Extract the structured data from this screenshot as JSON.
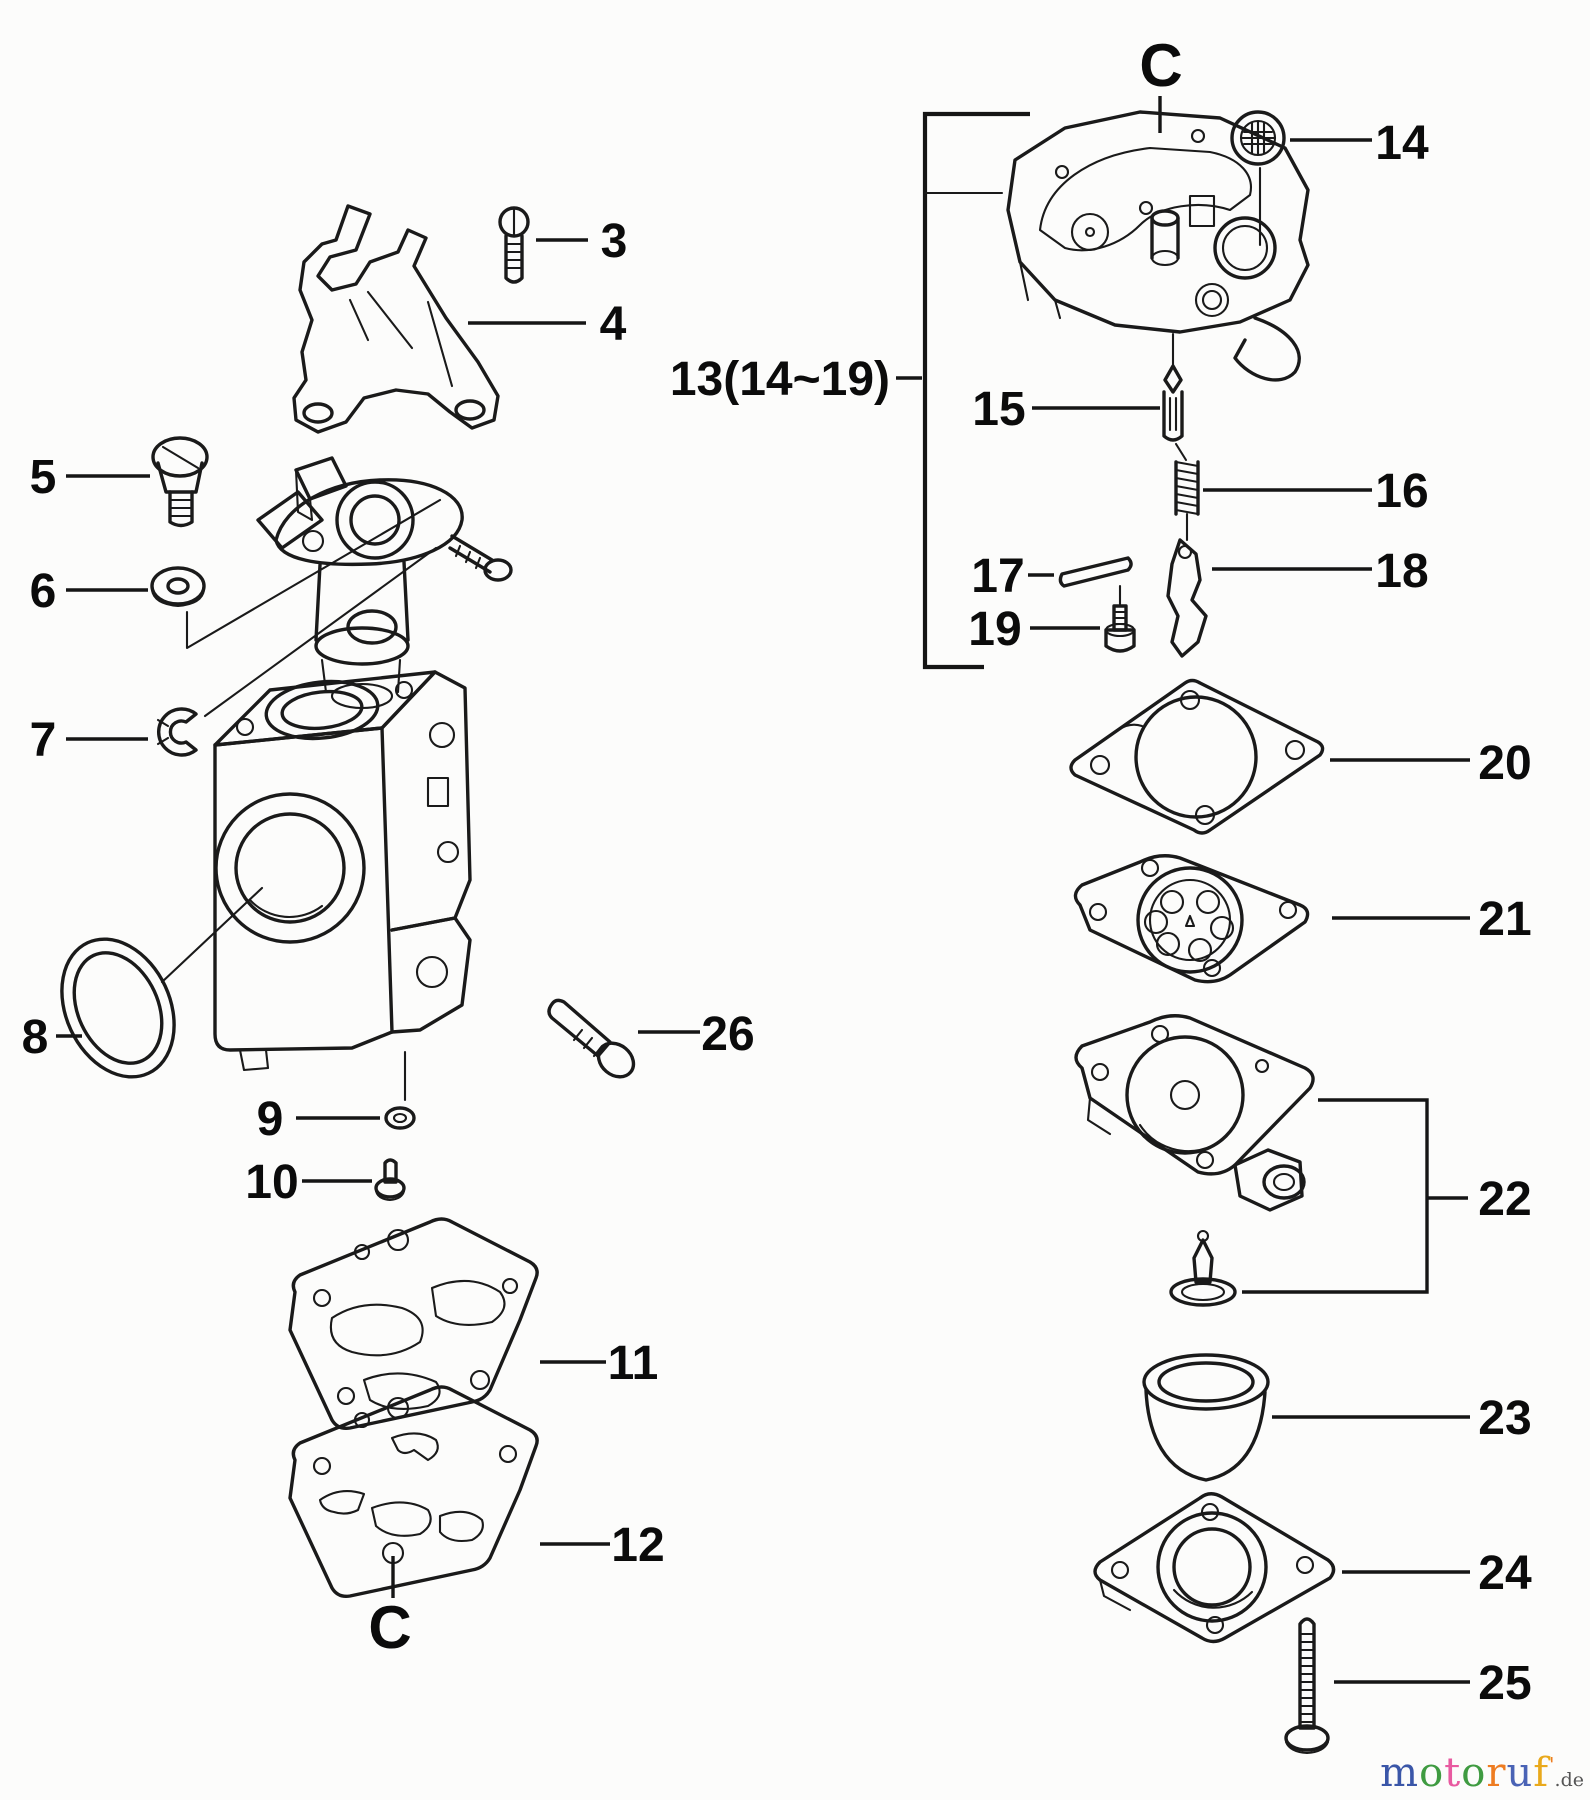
{
  "diagram": {
    "markers": {
      "top": "C",
      "bottom": "C"
    },
    "group_label": "13(14~19)",
    "parts": {
      "p3": "3",
      "p4": "4",
      "p5": "5",
      "p6": "6",
      "p7": "7",
      "p8": "8",
      "p9": "9",
      "p10": "10",
      "p11": "11",
      "p12": "12",
      "p14": "14",
      "p15": "15",
      "p16": "16",
      "p17": "17",
      "p18": "18",
      "p19": "19",
      "p20": "20",
      "p21": "21",
      "p22": "22",
      "p23": "23",
      "p24": "24",
      "p25": "25",
      "p26": "26"
    }
  },
  "watermark": {
    "letters": [
      {
        "ch": "m",
        "color": "#3a56a8"
      },
      {
        "ch": "o",
        "color": "#3f9b41"
      },
      {
        "ch": "t",
        "color": "#e85aa0"
      },
      {
        "ch": "o",
        "color": "#3f9b41"
      },
      {
        "ch": "r",
        "color": "#ee7c21"
      },
      {
        "ch": "u",
        "color": "#4a63b5"
      },
      {
        "ch": "f",
        "color": "#e9a91c"
      }
    ],
    "tick": {
      "ch": "'",
      "color": "#ee7c21"
    },
    "suffix": ".de",
    "suffix_color": "#555555"
  }
}
